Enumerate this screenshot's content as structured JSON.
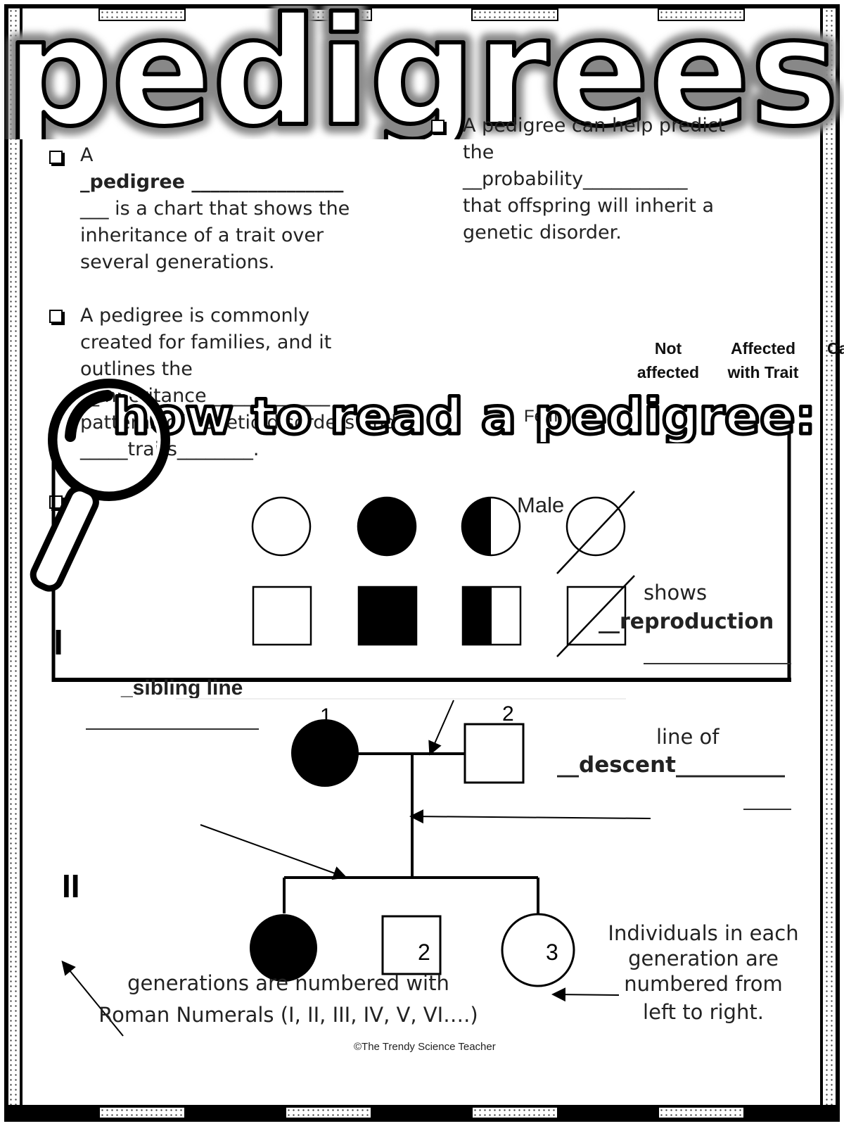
{
  "title": "pedigrees",
  "subtitle": "how to read a pedigree:",
  "notes": {
    "definition": {
      "a": "A",
      "term": "_pedigree ________________",
      "rest1": "___ is a chart that shows the",
      "rest2": "inheritance of a trait over",
      "rest3": "several generations."
    },
    "predict": {
      "l1": "A pedigree can help predict",
      "l2": "the",
      "l3": "__probability___________",
      "l4": "that offspring will inherit a",
      "l5": "genetic disorder."
    },
    "families": {
      "l1": "A pedigree is commonly",
      "l2": "created for families, and it",
      "l3": "outlines the",
      "l4": "__inheritance_____________",
      "l5": "patterns of genetic disorders and",
      "l6": "_____traits________."
    }
  },
  "key": {
    "col_not_affected": "Not affected",
    "col_affected": "Affected with Trait",
    "col_cut": "Ca",
    "female": "Female",
    "male": "Male",
    "generation_mark": "I"
  },
  "labels": {
    "sibling_line": "_sibling line",
    "shows": "shows",
    "reproduction": "__reproduction",
    "line_of": "line of",
    "descent": "__descent__________",
    "descent_tail": "_____",
    "generations_note1": "generations are numbered with",
    "generations_note2": "Roman Numerals (I, II, III, IV, V, VI….)",
    "individuals1": "Individuals in each",
    "individuals2": "generation are",
    "individuals3": "numbered from",
    "individuals4": "left to right."
  },
  "pedigree": {
    "gen2": "II",
    "p1": "1",
    "p2": "2",
    "c2": "2",
    "c3": "3"
  },
  "credit": "©The Trendy Science Teacher"
}
